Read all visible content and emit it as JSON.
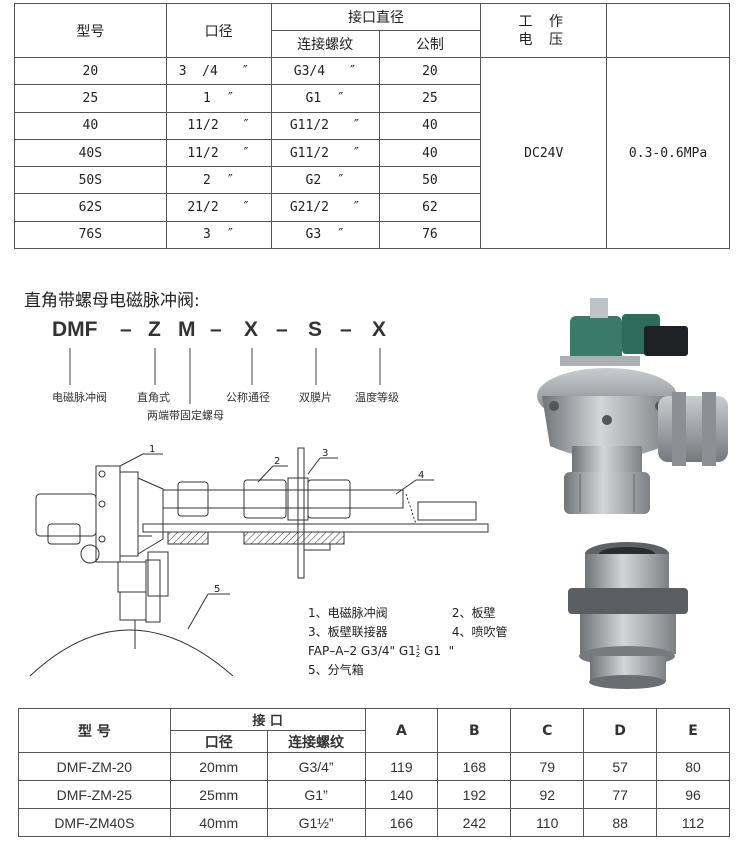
{
  "spec_table": {
    "headers": {
      "model": "型号",
      "bore": "口径",
      "interface_diameter": "接口直径",
      "thread": "连接螺纹",
      "metric": "公制",
      "voltage_line1": "工  作",
      "voltage_line2": "电  压",
      "pressure": ""
    },
    "rows": [
      {
        "model": "20",
        "bore": "3  /4   ″",
        "thread": "G3/4   ″",
        "metric": "20"
      },
      {
        "model": "25",
        "bore": "1  ″",
        "thread": "G1  ″",
        "metric": "25"
      },
      {
        "model": "40",
        "bore": "11/2   ″",
        "thread": "G11/2   ″",
        "metric": "40"
      },
      {
        "model": "40S",
        "bore": "11/2   ″",
        "thread": "G11/2   ″",
        "metric": "40"
      },
      {
        "model": "50S",
        "bore": "2  ″",
        "thread": "G2  ″",
        "metric": "50"
      },
      {
        "model": "62S",
        "bore": "21/2   ″",
        "thread": "G21/2   ″",
        "metric": "62"
      },
      {
        "model": "76S",
        "bore": "3  ″",
        "thread": "G3  ″",
        "metric": "76"
      }
    ],
    "voltage": "DC24V",
    "pressure_value": "0.3-0.6MPa"
  },
  "model_code": {
    "title": "直角带螺母电磁脉冲阀:",
    "parts": {
      "p1": "DMF",
      "d1": "–",
      "p2": "Z",
      "p3": "M",
      "d2": "–",
      "p4": "X",
      "d3": "–",
      "p5": "S",
      "d4": "–",
      "p6": "X"
    },
    "labels": {
      "dmf": "电磁脉冲阀",
      "z": "直角式",
      "m": "两端带固定螺母",
      "x1": "公称通径",
      "s": "双膜片",
      "x2": "温度等级"
    }
  },
  "diagram": {
    "callouts": [
      "1",
      "2",
      "3",
      "4",
      "5"
    ],
    "legend": {
      "l1a": "1、电磁脉冲阀",
      "l1b": "2、板壁",
      "l2a": "3、板壁联接器",
      "l2b": "4、喷吹管",
      "l3": "FAP–A–2 G3/4\"  G1",
      "l3frac_top": "1",
      "l3frac_bot": "2",
      "l3b": " G1  \"",
      "l4": "5、分气箱"
    }
  },
  "dims_table": {
    "headers": {
      "model": "型 号",
      "interface": "接 口",
      "bore": "口径",
      "thread": "连接螺纹",
      "a": "A",
      "b": "B",
      "c": "C",
      "d": "D",
      "e": "E"
    },
    "rows": [
      {
        "model": "DMF-ZM-20",
        "bore": "20mm",
        "thread": "G3/4”",
        "a": "119",
        "b": "168",
        "c": "79",
        "d": "57",
        "e": "80"
      },
      {
        "model": "DMF-ZM-25",
        "bore": "25mm",
        "thread": "G1”",
        "a": "140",
        "b": "192",
        "c": "92",
        "d": "77",
        "e": "96"
      },
      {
        "model": "DMF-ZM40S",
        "bore": "40mm",
        "thread": "G1½”",
        "a": "166",
        "b": "242",
        "c": "110",
        "d": "88",
        "e": "112"
      }
    ]
  },
  "colors": {
    "line": "#555555",
    "photo_metal": "#9a9ea3",
    "coil_green": "#3a7a6a"
  }
}
